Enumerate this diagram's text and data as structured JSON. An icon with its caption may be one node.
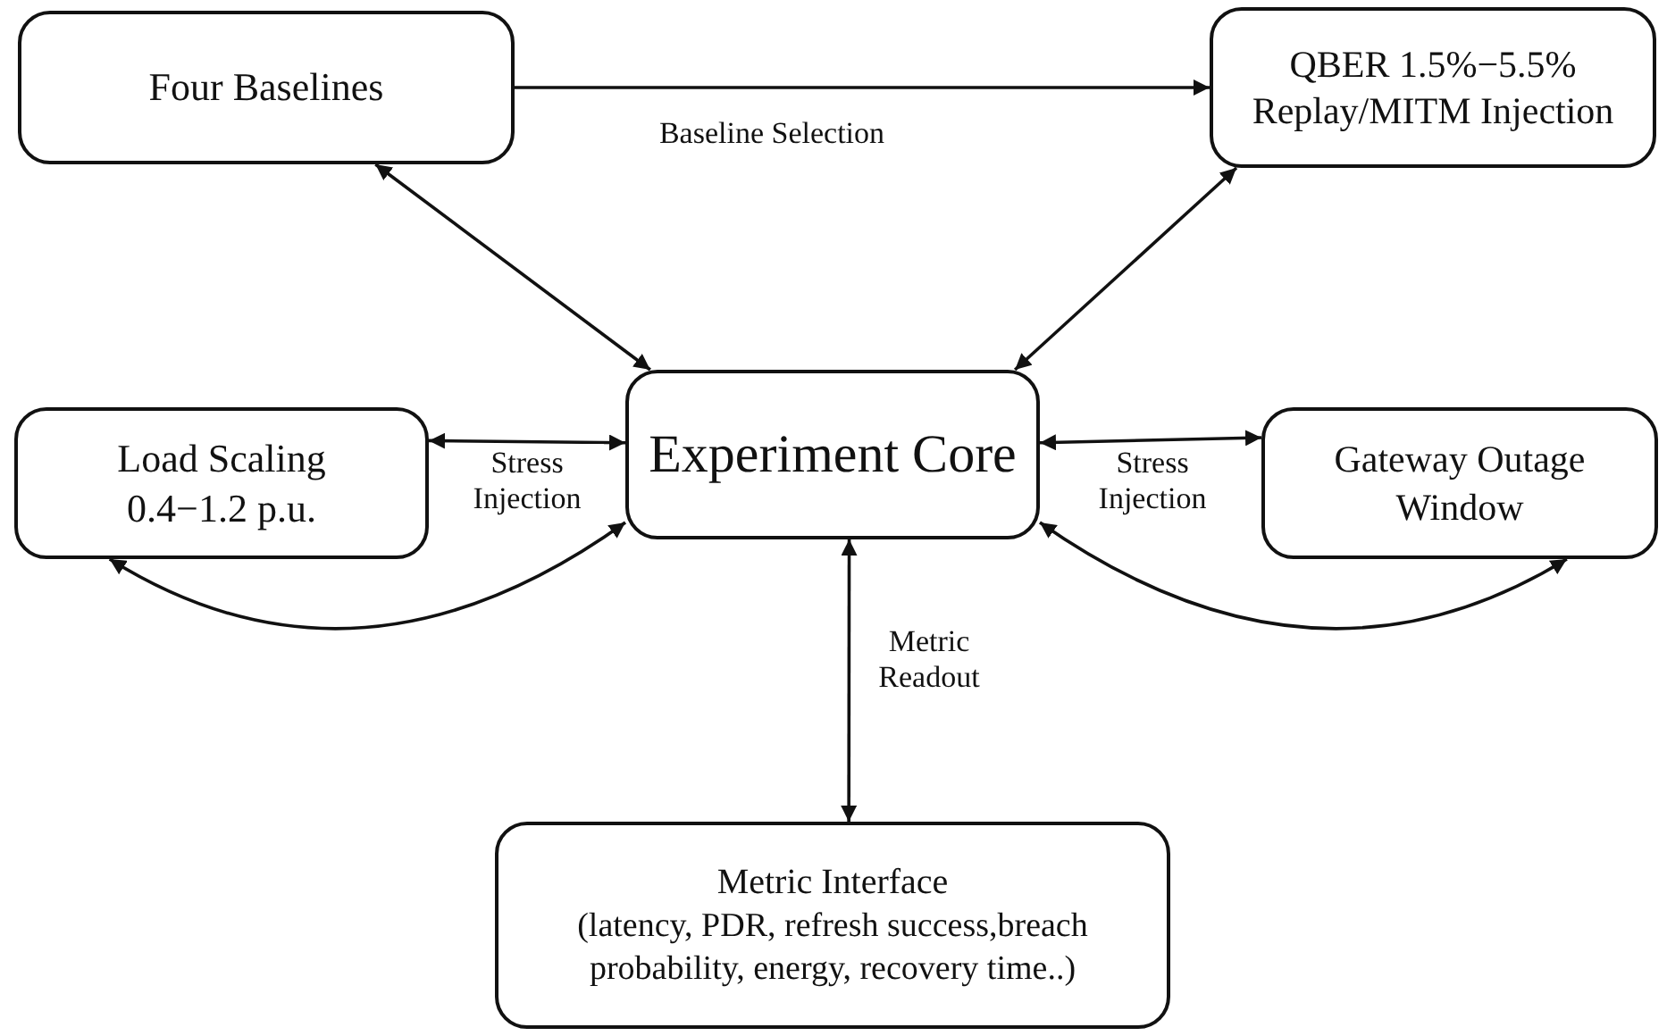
{
  "diagram": {
    "nodes": [
      {
        "text": [
          "Four Baselines"
        ]
      },
      {
        "text": [
          "QBER 1.5%−5.5% Replay/MITM Injection"
        ]
      },
      {
        "text": [
          "Experiment Core"
        ]
      },
      {
        "text": [
          "Load Scaling 0.4−1.2 p.u."
        ]
      },
      {
        "text": [
          "Gateway Outage Window"
        ]
      },
      {
        "text": [
          "Metric Interface",
          "(latency, PDR, refresh success,breach probability, energy, recovery time..)"
        ]
      }
    ],
    "edges": [
      {
        "from": 0,
        "to": 1,
        "arrow": "to",
        "label": "Baseline Selection"
      },
      {
        "from": 0,
        "to": 2,
        "arrow": "both"
      },
      {
        "from": 1,
        "to": 2,
        "arrow": "both"
      },
      {
        "from": 3,
        "to": 2,
        "arrow": "both",
        "label": "Stress Injection"
      },
      {
        "from": 3,
        "to": 2,
        "arrow": "both"
      },
      {
        "from": 2,
        "to": 4,
        "arrow": "both",
        "label": "Stress Injection"
      },
      {
        "from": 2,
        "to": 4,
        "arrow": "both"
      },
      {
        "from": 2,
        "to": 5,
        "arrow": "both",
        "label": "Metric Readout"
      }
    ]
  }
}
